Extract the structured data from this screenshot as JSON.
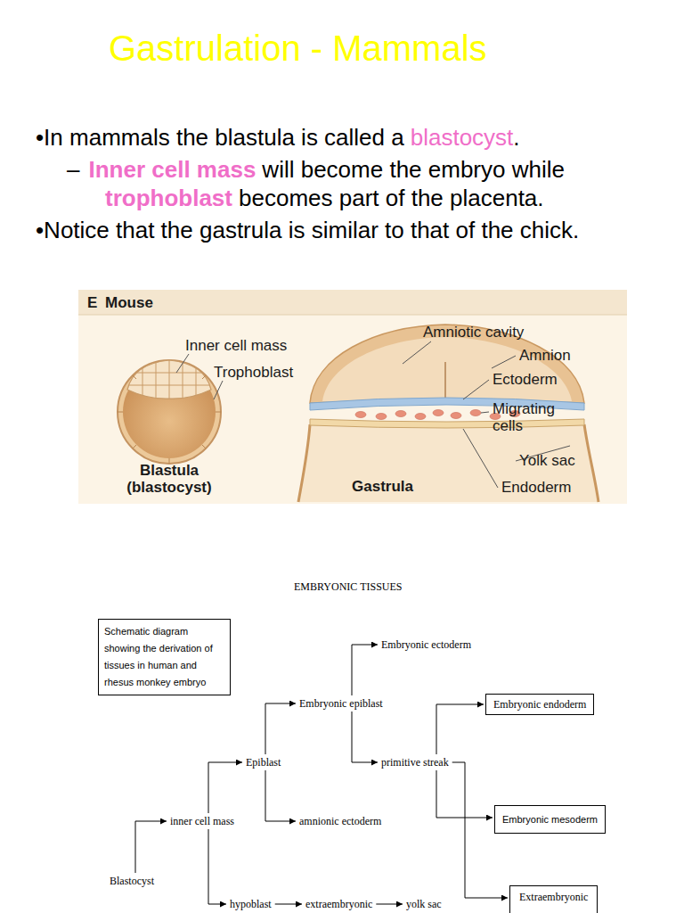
{
  "diagram": {
    "title": "Gastrulation - Mammals",
    "nodes": [
      {
        "text": [
          "Schematic diagram showing the derivation of tissues in human and rhesus monkey embryo"
        ]
      },
      {
        "text": [
          "Embryonic ectoderm"
        ]
      },
      {
        "text": [
          "Embryonic epiblast"
        ]
      },
      {
        "text": [
          "Embryonic endoderm"
        ]
      },
      {
        "text": [
          "Epiblast"
        ]
      },
      {
        "text": [
          "primitive streak"
        ]
      },
      {
        "text": [
          "inner cell mass"
        ]
      },
      {
        "text": [
          "amnionic ectoderm"
        ]
      },
      {
        "text": [
          "Embryonic mesoderm"
        ]
      },
      {
        "text": [
          "Blastocyst"
        ]
      },
      {
        "text": [
          "hypoblast"
        ]
      },
      {
        "text": [
          "extraembryonic"
        ]
      },
      {
        "text": [
          "yolk sac"
        ]
      },
      {
        "text": [
          "Extraembryonic"
        ]
      }
    ],
    "edges": [
      {
        "from": 9,
        "to": 6,
        "arrow": "to"
      },
      {
        "from": 6,
        "to": 4,
        "arrow": "to"
      },
      {
        "from": 6,
        "to": 10,
        "arrow": "to"
      },
      {
        "from": 4,
        "to": 2,
        "arrow": "to"
      },
      {
        "from": 4,
        "to": 7,
        "arrow": "to"
      },
      {
        "from": 2,
        "to": 1,
        "arrow": "to"
      },
      {
        "from": 2,
        "to": 5,
        "arrow": "to"
      },
      {
        "from": 5,
        "to": 3,
        "arrow": "to"
      },
      {
        "from": 5,
        "to": 8,
        "arrow": "to"
      },
      {
        "from": 5,
        "to": 13,
        "arrow": "to"
      },
      {
        "from": 10,
        "to": 11,
        "arrow": "to"
      },
      {
        "from": 11,
        "to": 12,
        "arrow": "to"
      }
    ],
    "labels": [
      "•In mammals the blastula is called a",
      "blastocyst",
      ".",
      "–",
      "Inner cell mass",
      "will become the embryo while",
      "trophoblast",
      "becomes part of the placenta.",
      "•Notice that the gastrula is similar to that of the chick.",
      "E",
      "Mouse",
      "Inner cell mass",
      "Trophoblast",
      "Blastula (blastocyst)",
      "Gastrula",
      "Amniotic cavity",
      "Amnion",
      "Ectoderm",
      "Migrating cells",
      "Yolk sac",
      "Endoderm",
      "EMBRYONIC TISSUES"
    ]
  }
}
